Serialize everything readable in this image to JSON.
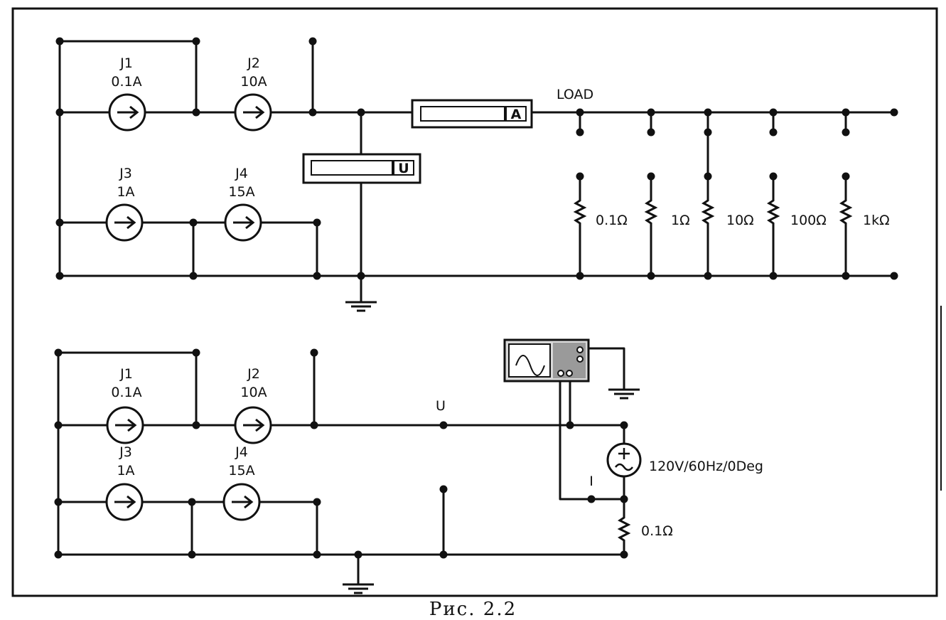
{
  "circuit1": {
    "j1": {
      "name": "J1",
      "value": "0.1A"
    },
    "j2": {
      "name": "J2",
      "value": "10A"
    },
    "j3": {
      "name": "J3",
      "value": "1A"
    },
    "j4": {
      "name": "J4",
      "value": "15A"
    },
    "ammeter_label": "A",
    "voltmeter_label": "U",
    "load_label": "LOAD",
    "resistors": [
      "0.1Ω",
      "1Ω",
      "10Ω",
      "100Ω",
      "1kΩ"
    ]
  },
  "circuit2": {
    "j1": {
      "name": "J1",
      "value": "0.1A"
    },
    "j2": {
      "name": "J2",
      "value": "10A"
    },
    "j3": {
      "name": "J3",
      "value": "1A"
    },
    "j4": {
      "name": "J4",
      "value": "15A"
    },
    "node_u_label": "U",
    "node_i_label": "I",
    "ac_source_label": "120V/60Hz/0Deg",
    "resistor_label": "0.1Ω"
  },
  "caption": "Рис. 2.2"
}
